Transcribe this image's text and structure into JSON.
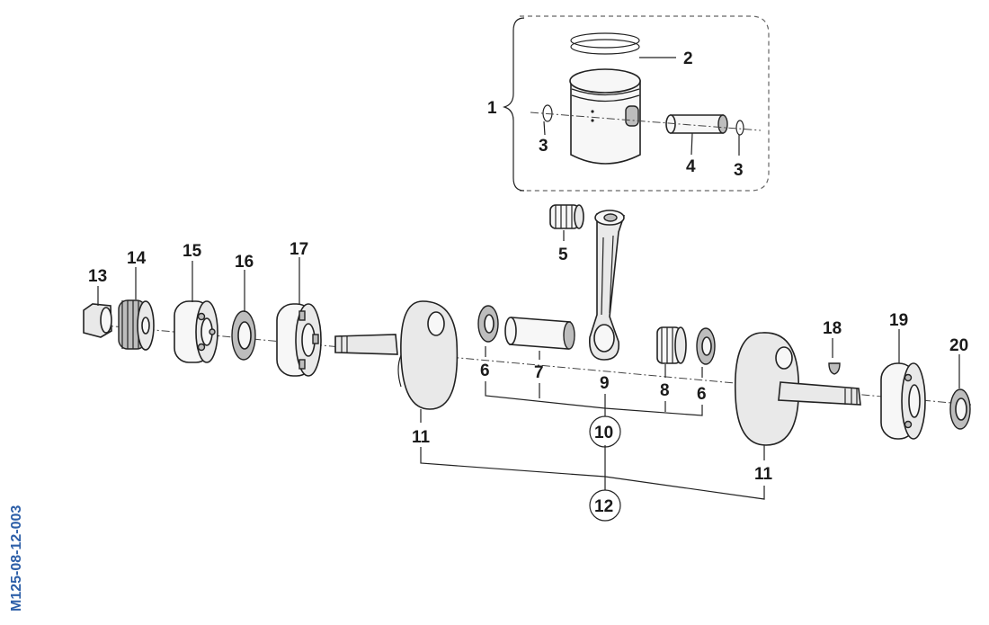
{
  "diagram": {
    "drawing_code": "M125-08-12-003",
    "labels": {
      "p1": "1",
      "p2": "2",
      "p3a": "3",
      "p3b": "3",
      "p4": "4",
      "p5": "5",
      "p6a": "6",
      "p6b": "6",
      "p7": "7",
      "p8": "8",
      "p9": "9",
      "p10": "10",
      "p11a": "11",
      "p11b": "11",
      "p12": "12",
      "p13": "13",
      "p14": "14",
      "p15": "15",
      "p16": "16",
      "p17": "17",
      "p18": "18",
      "p19": "19",
      "p20": "20"
    }
  }
}
